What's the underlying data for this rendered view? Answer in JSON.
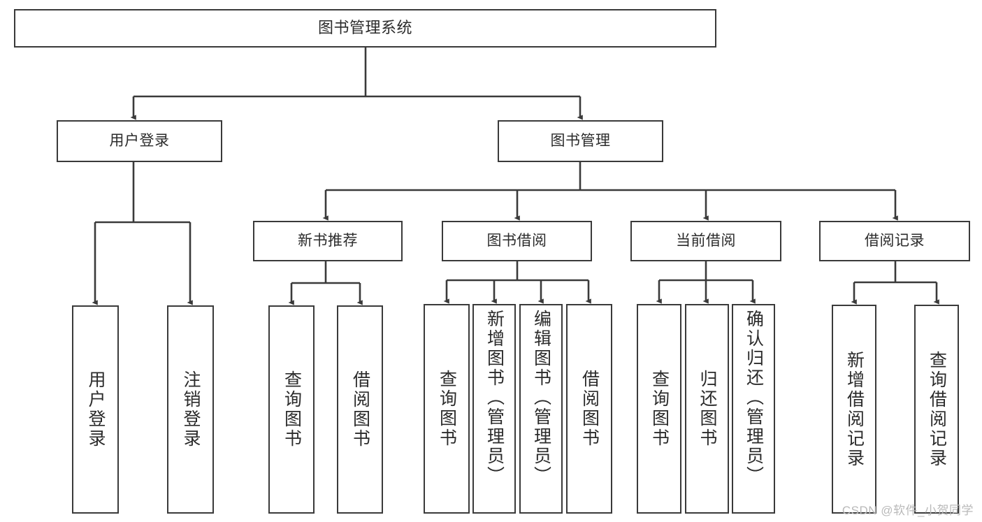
{
  "diagram": {
    "title": "图书管理系统",
    "type": "tree",
    "watermark": "CSDN @软件_小贺同学",
    "colors": {
      "box_border": "#3a3a3a",
      "box_fill": "#ffffff",
      "connector": "#3a3a3a",
      "text": "#2b2b2b",
      "watermark": "#b9b9b9",
      "background": "#ffffff"
    },
    "levels": {
      "root": [
        "图书管理系统"
      ],
      "level2": [
        "用户登录",
        "图书管理"
      ],
      "level3": [
        "新书推荐",
        "图书借阅",
        "当前借阅",
        "借阅记录"
      ],
      "leaves": [
        "用户登录",
        "注销登录",
        "查询图书",
        "借阅图书",
        "查询图书",
        "新增图书（管理员）",
        "编辑图书（管理员）",
        "借阅图书",
        "查询图书",
        "归还图书",
        "确认归还（管理员）",
        "新增借阅记录",
        "查询借阅记录"
      ]
    },
    "nodes": {
      "root": {
        "label": "图书管理系统"
      },
      "user_login": {
        "label": "用户登录"
      },
      "book_manage": {
        "label": "图书管理"
      },
      "new_book_rec": {
        "label": "新书推荐"
      },
      "book_borrow": {
        "label": "图书借阅"
      },
      "current_borrow": {
        "label": "当前借阅"
      },
      "borrow_record": {
        "label": "借阅记录"
      },
      "leaf_user_login": {
        "label": "用户登录"
      },
      "leaf_logout": {
        "label": "注销登录"
      },
      "leaf_query_book_1": {
        "label": "查询图书"
      },
      "leaf_borrow_book_1": {
        "label": "借阅图书"
      },
      "leaf_query_book_2": {
        "label": "查询图书"
      },
      "leaf_add_book": {
        "label": "新增图书（管理员）"
      },
      "leaf_edit_book": {
        "label": "编辑图书（管理员）"
      },
      "leaf_borrow_book_2": {
        "label": "借阅图书"
      },
      "leaf_query_book_3": {
        "label": "查询图书"
      },
      "leaf_return_book": {
        "label": "归还图书"
      },
      "leaf_confirm_return": {
        "label": "确认归还（管理员）"
      },
      "leaf_add_record": {
        "label": "新增借阅记录"
      },
      "leaf_query_record": {
        "label": "查询借阅记录"
      }
    },
    "edges": [
      {
        "from": "root",
        "to": "user_login"
      },
      {
        "from": "root",
        "to": "book_manage"
      },
      {
        "from": "user_login",
        "to": "leaf_user_login"
      },
      {
        "from": "user_login",
        "to": "leaf_logout"
      },
      {
        "from": "book_manage",
        "to": "new_book_rec"
      },
      {
        "from": "book_manage",
        "to": "book_borrow"
      },
      {
        "from": "book_manage",
        "to": "current_borrow"
      },
      {
        "from": "book_manage",
        "to": "borrow_record"
      },
      {
        "from": "new_book_rec",
        "to": "leaf_query_book_1"
      },
      {
        "from": "new_book_rec",
        "to": "leaf_borrow_book_1"
      },
      {
        "from": "book_borrow",
        "to": "leaf_query_book_2"
      },
      {
        "from": "book_borrow",
        "to": "leaf_add_book"
      },
      {
        "from": "book_borrow",
        "to": "leaf_edit_book"
      },
      {
        "from": "book_borrow",
        "to": "leaf_borrow_book_2"
      },
      {
        "from": "current_borrow",
        "to": "leaf_query_book_3"
      },
      {
        "from": "current_borrow",
        "to": "leaf_return_book"
      },
      {
        "from": "current_borrow",
        "to": "leaf_confirm_return"
      },
      {
        "from": "borrow_record",
        "to": "leaf_add_record"
      },
      {
        "from": "borrow_record",
        "to": "leaf_query_record"
      }
    ]
  }
}
